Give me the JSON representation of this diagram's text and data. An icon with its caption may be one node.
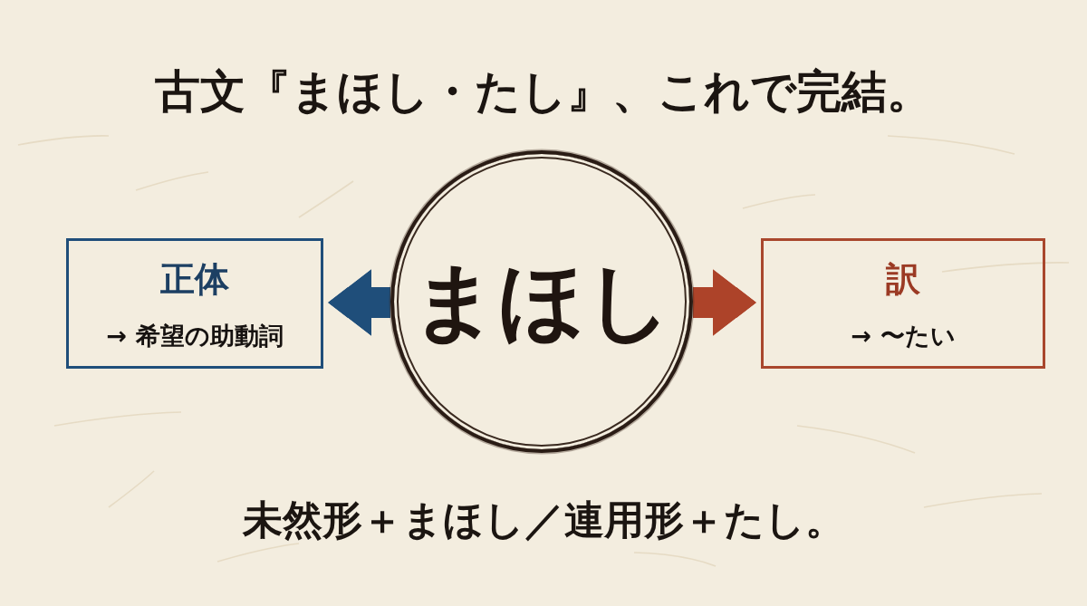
{
  "diagram": {
    "title": "古文『まほし・たし』、これで完結。",
    "caption": "未然形＋まほし／連用形＋たし。",
    "nodes": [
      {
        "text": [
          "正体",
          "→ 希望の助動詞"
        ]
      },
      {
        "text": [
          "まほし"
        ]
      },
      {
        "text": [
          "訳",
          "→ 〜たい"
        ]
      }
    ],
    "edges": [
      {
        "from": 1,
        "to": 0,
        "arrow": "to",
        "color": "#1f4e7a"
      },
      {
        "from": 1,
        "to": 2,
        "arrow": "to",
        "color": "#ad4329"
      }
    ]
  }
}
